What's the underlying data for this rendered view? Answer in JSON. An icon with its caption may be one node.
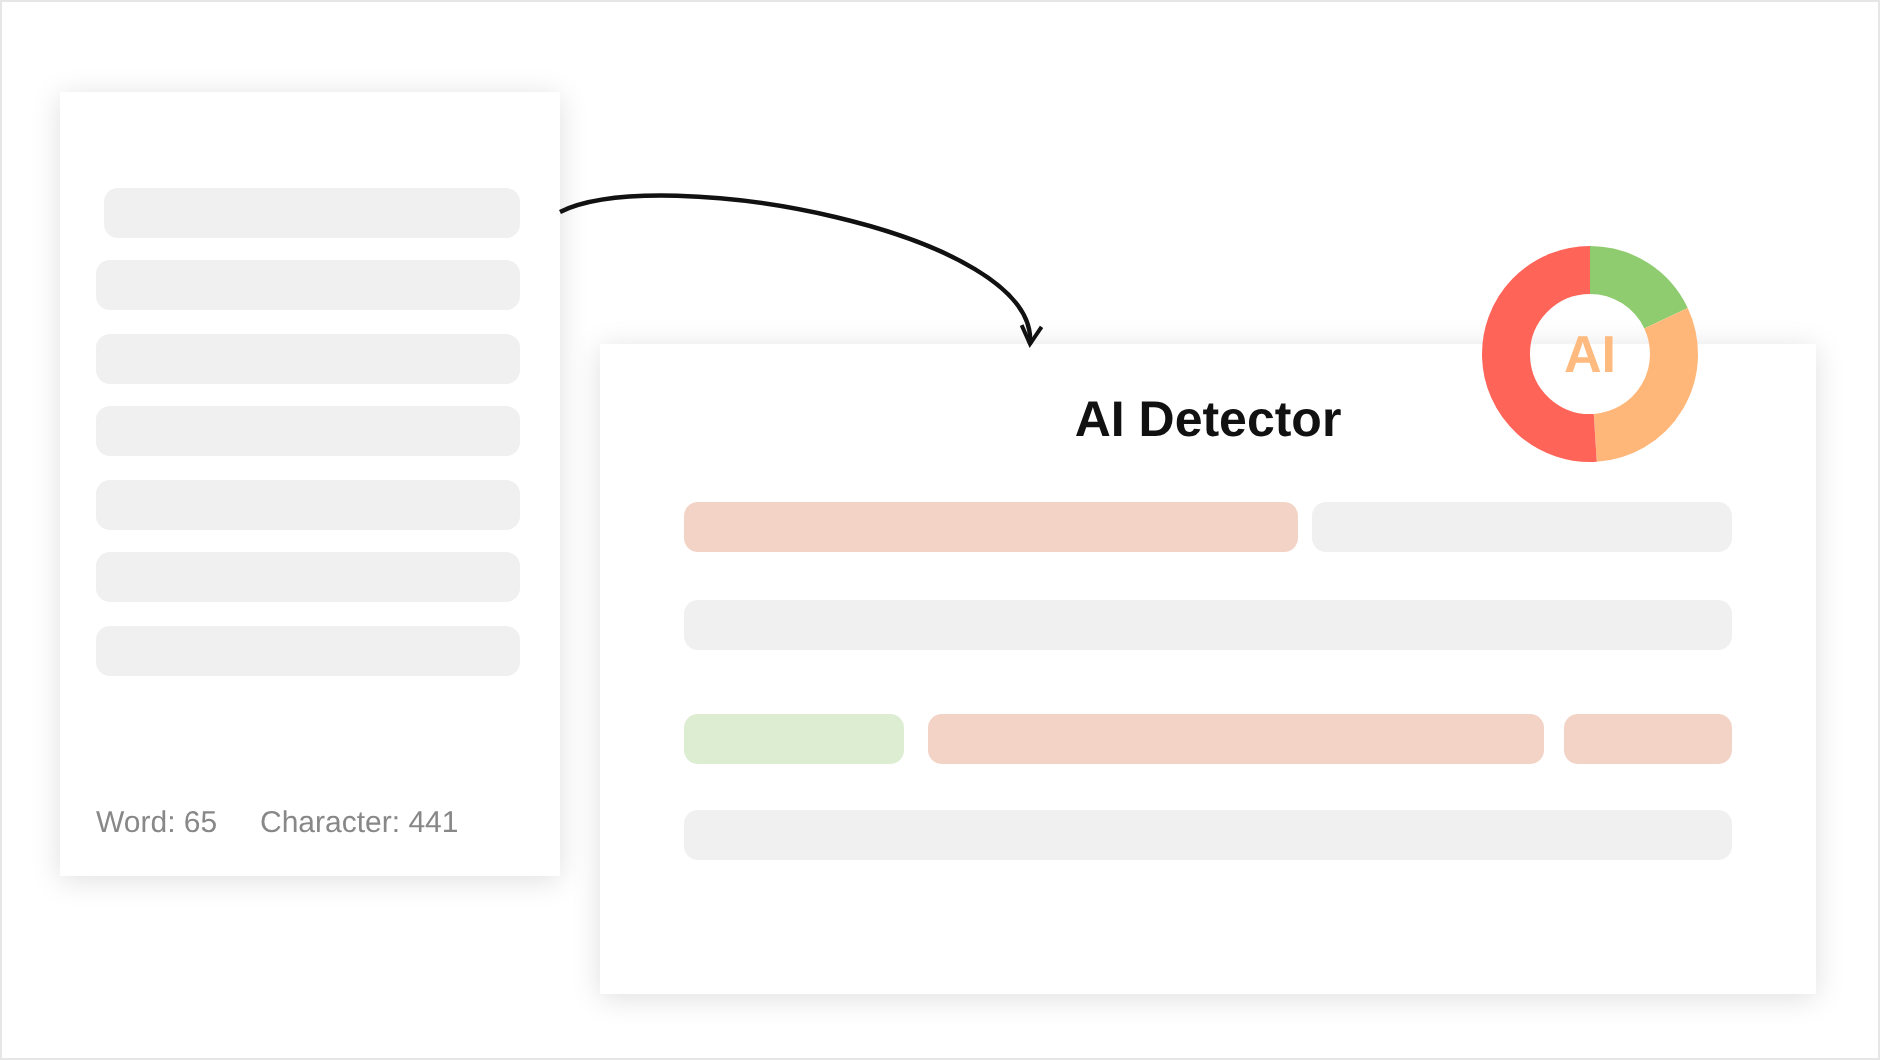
{
  "diagram": {
    "nodes": [
      {
        "text": [
          "Word: 65",
          "Character: 441"
        ]
      },
      {
        "text": [
          "AI Detector"
        ]
      },
      {
        "text": [
          "AI"
        ]
      }
    ],
    "edges": [
      {
        "from": 0,
        "to": 1,
        "arrow": "to"
      }
    ]
  }
}
